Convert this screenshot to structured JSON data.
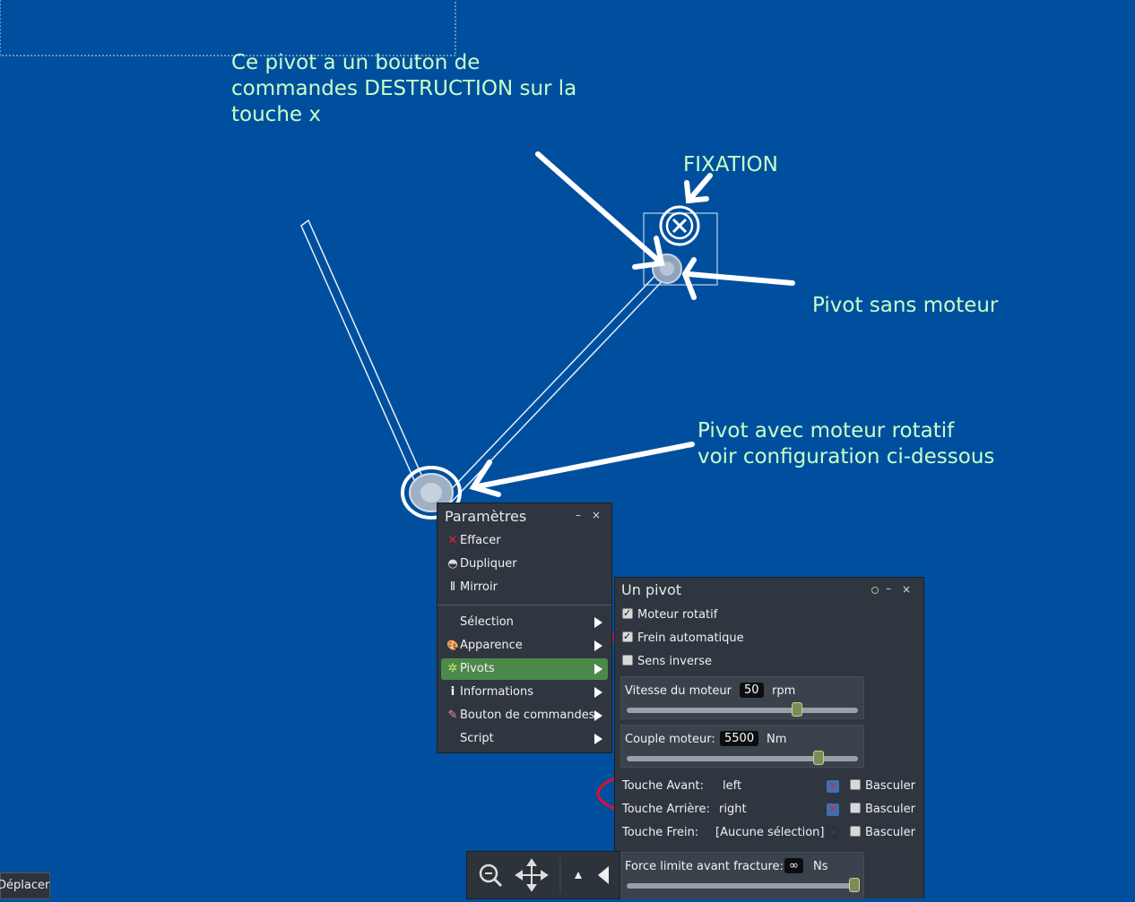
{
  "annotations": {
    "destruction": "Ce pivot a un bouton de\ncommandes DESTRUCTION sur la\ntouche x",
    "fixation": "FIXATION",
    "pivot_sans_moteur": "Pivot sans moteur",
    "pivot_avec_moteur": "Pivot avec moteur rotatif\nvoir configuration ci-dessous"
  },
  "params_menu": {
    "title": "Paramètres",
    "minimize": "–",
    "close": "×",
    "items": [
      {
        "label": "Effacer",
        "icon": "✕"
      },
      {
        "label": "Dupliquer",
        "icon": "◓"
      },
      {
        "label": "Mirroir",
        "icon": "⫴"
      },
      {
        "label": "Sélection",
        "icon": ""
      },
      {
        "label": "Apparence",
        "icon": "🎨"
      },
      {
        "label": "Pivots",
        "icon": "✲"
      },
      {
        "label": "Informations",
        "icon": "i"
      },
      {
        "label": "Bouton de commandes",
        "icon": "✎"
      },
      {
        "label": "Script",
        "icon": ""
      }
    ]
  },
  "pivot_panel": {
    "title": "Un pivot",
    "minimize": "–",
    "close": "×",
    "moteur_rotatif": "Moteur rotatif",
    "frein_automatique": "Frein automatique",
    "sens_inverse": "Sens inverse",
    "vitesse_label": "Vitesse du moteur",
    "vitesse_value": "50",
    "vitesse_unit": "rpm",
    "vitesse_level": 0.74,
    "couple_label": "Couple moteur:",
    "couple_value": "5500",
    "couple_unit": "Nm",
    "couple_level": 0.84,
    "touche_avant_label": "Touche Avant:",
    "touche_avant_value": "left",
    "touche_arriere_label": "Touche Arrière:",
    "touche_arriere_value": "right",
    "touche_frein_label": "Touche Frein:",
    "touche_frein_value": "[Aucune sélection]",
    "basculer": "Basculer",
    "force_label": "Force limite avant fracture:",
    "force_value": "∞",
    "force_unit": "Ns",
    "force_level": 1.0
  },
  "status": {
    "deplacer": "Déplacer"
  }
}
